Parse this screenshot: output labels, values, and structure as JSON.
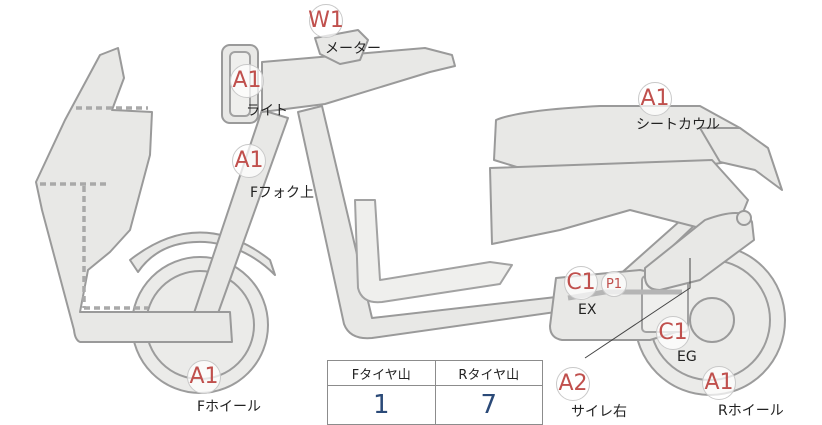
{
  "markers": {
    "meter": {
      "code": "W1",
      "label": "メーター"
    },
    "light": {
      "code": "A1",
      "label": "ライト"
    },
    "fork": {
      "code": "A1",
      "label": "Fフォク上"
    },
    "seat_cowl": {
      "code": "A1",
      "label": "シートカウル"
    },
    "ex": {
      "code": "C1",
      "sub_code": "P1",
      "label": "EX"
    },
    "eg": {
      "code": "C1",
      "label": "EG"
    },
    "front_wheel": {
      "code": "A1",
      "label": "Fホイール"
    },
    "rear_wheel": {
      "code": "A1",
      "label": "Rホイール"
    },
    "muffler_right": {
      "code": "A2",
      "label": "サイレ右"
    }
  },
  "tire_table": {
    "headers": [
      "Fタイヤ山",
      "Rタイヤ山"
    ],
    "values": [
      "1",
      "7"
    ]
  },
  "colors": {
    "marker_text": "#c0504d",
    "value_text": "#2b4a78",
    "body_fill": "#e8e8e6",
    "outline": "#9a9a9a"
  }
}
